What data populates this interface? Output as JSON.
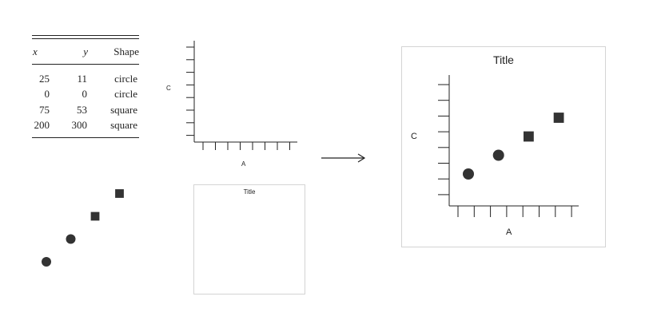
{
  "table": {
    "headers": [
      "x",
      "y",
      "Shape"
    ],
    "rows": [
      [
        "25",
        "11",
        "circle"
      ],
      [
        "0",
        "0",
        "circle"
      ],
      [
        "75",
        "53",
        "square"
      ],
      [
        "200",
        "300",
        "square"
      ]
    ]
  },
  "axes_sketch": {
    "xlabel": "A",
    "ylabel": "C"
  },
  "title_sketch": {
    "title": "Title"
  },
  "result_plot": {
    "title": "Title",
    "xlabel": "A",
    "ylabel": "C"
  },
  "colors": {
    "mark": "#333333",
    "axis": "#222222",
    "frame": "#d4d4d4"
  },
  "chart_data": {
    "type": "scatter",
    "x": [
      25,
      0,
      75,
      200
    ],
    "y": [
      11,
      0,
      53,
      300
    ],
    "shape": [
      "circle",
      "circle",
      "square",
      "square"
    ],
    "title": "Title",
    "xlabel": "A",
    "ylabel": "C"
  }
}
